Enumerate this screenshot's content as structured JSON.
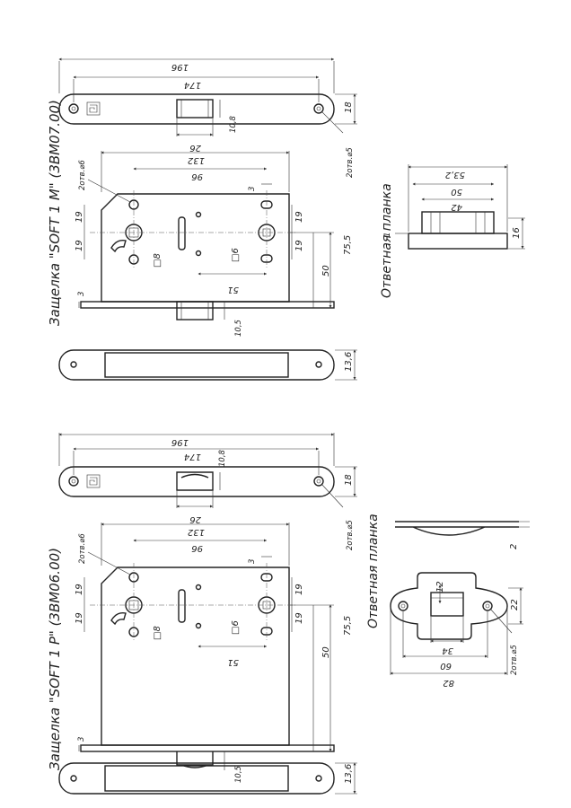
{
  "top_lock": {
    "title": "Защелка \"SOFT 1 M\" (3BM07.00)",
    "strike_label": "Ответная планка",
    "faceplate": {
      "d196": "196",
      "d174": "174",
      "d26": "26",
      "d10_8": "10,8",
      "d18": "18",
      "holes": "2отв.⌀5"
    },
    "body": {
      "d132": "132",
      "d96": "96",
      "d3": "3",
      "d19a": "19",
      "d19b": "19",
      "d19c": "19",
      "d19d": "19",
      "sq8": "□8",
      "sq6": "□6",
      "d75_5": "75,5",
      "d50": "50",
      "d51": "51",
      "d3b": "3",
      "d10_5": "10,5",
      "holes": "2отв.⌀6"
    },
    "backplate": {
      "d13_6": "13,6"
    },
    "strike": {
      "d53_2": "53,2",
      "d50": "50",
      "d42": "42",
      "d1": "1",
      "d16": "16"
    }
  },
  "bottom_lock": {
    "title": "Защелка \"SOFT 1 P\" (3BM06.00)",
    "strike_label": "Ответная планка",
    "faceplate": {
      "d196": "196",
      "d174": "174",
      "d26": "26",
      "d10_8": "10,8",
      "d18": "18",
      "holes": "2отв.⌀5"
    },
    "body": {
      "d132": "132",
      "d96": "96",
      "d3": "3",
      "d19a": "19",
      "d19b": "19",
      "d19c": "19",
      "d19d": "19",
      "sq8": "□8",
      "sq6": "□6",
      "d75_5": "75,5",
      "d50": "50",
      "d51": "51",
      "d3b": "3",
      "d10_5": "10,5",
      "holes": "2отв.⌀6"
    },
    "backplate": {
      "d13_6": "13,6"
    },
    "strike": {
      "d12": "12",
      "d22": "22",
      "d34": "34",
      "d60": "60",
      "d82": "82",
      "holes": "2отв.⌀5",
      "d2": "2"
    }
  }
}
